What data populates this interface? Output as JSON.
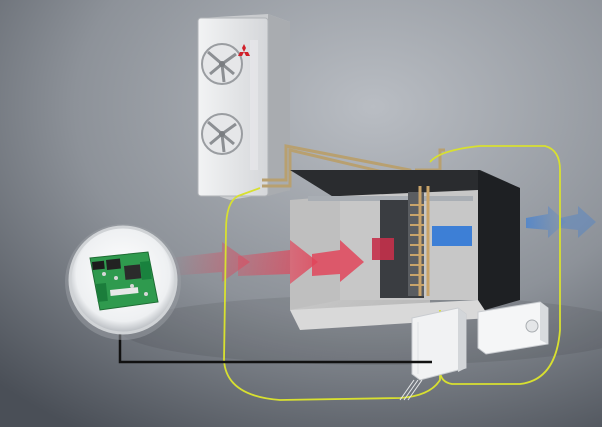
{
  "diagram": {
    "components": [
      {
        "id": "outdoor_unit",
        "icon": "outdoor-condenser-unit-icon",
        "fans": 2,
        "logo": "three-diamond-logo"
      },
      {
        "id": "air_handling_unit",
        "icon": "air-handling-unit-icon"
      },
      {
        "id": "heat_exchanger_coil",
        "icon": "coil-icon"
      },
      {
        "id": "controller_box",
        "icon": "controller-box-icon"
      },
      {
        "id": "remote_controller",
        "icon": "remote-controller-icon"
      },
      {
        "id": "control_pcb",
        "icon": "pcb-board-icon"
      }
    ],
    "airflow": {
      "inlet_color": "#e0455a",
      "outlet_color": "#3d7fd6"
    },
    "colors": {
      "background_light": "#b8bcc2",
      "background_dark": "#4a4f57",
      "wiring_outline": "#d8e030",
      "signal_cable": "#111111",
      "refrigerant_pipe": "#b8a070"
    }
  }
}
